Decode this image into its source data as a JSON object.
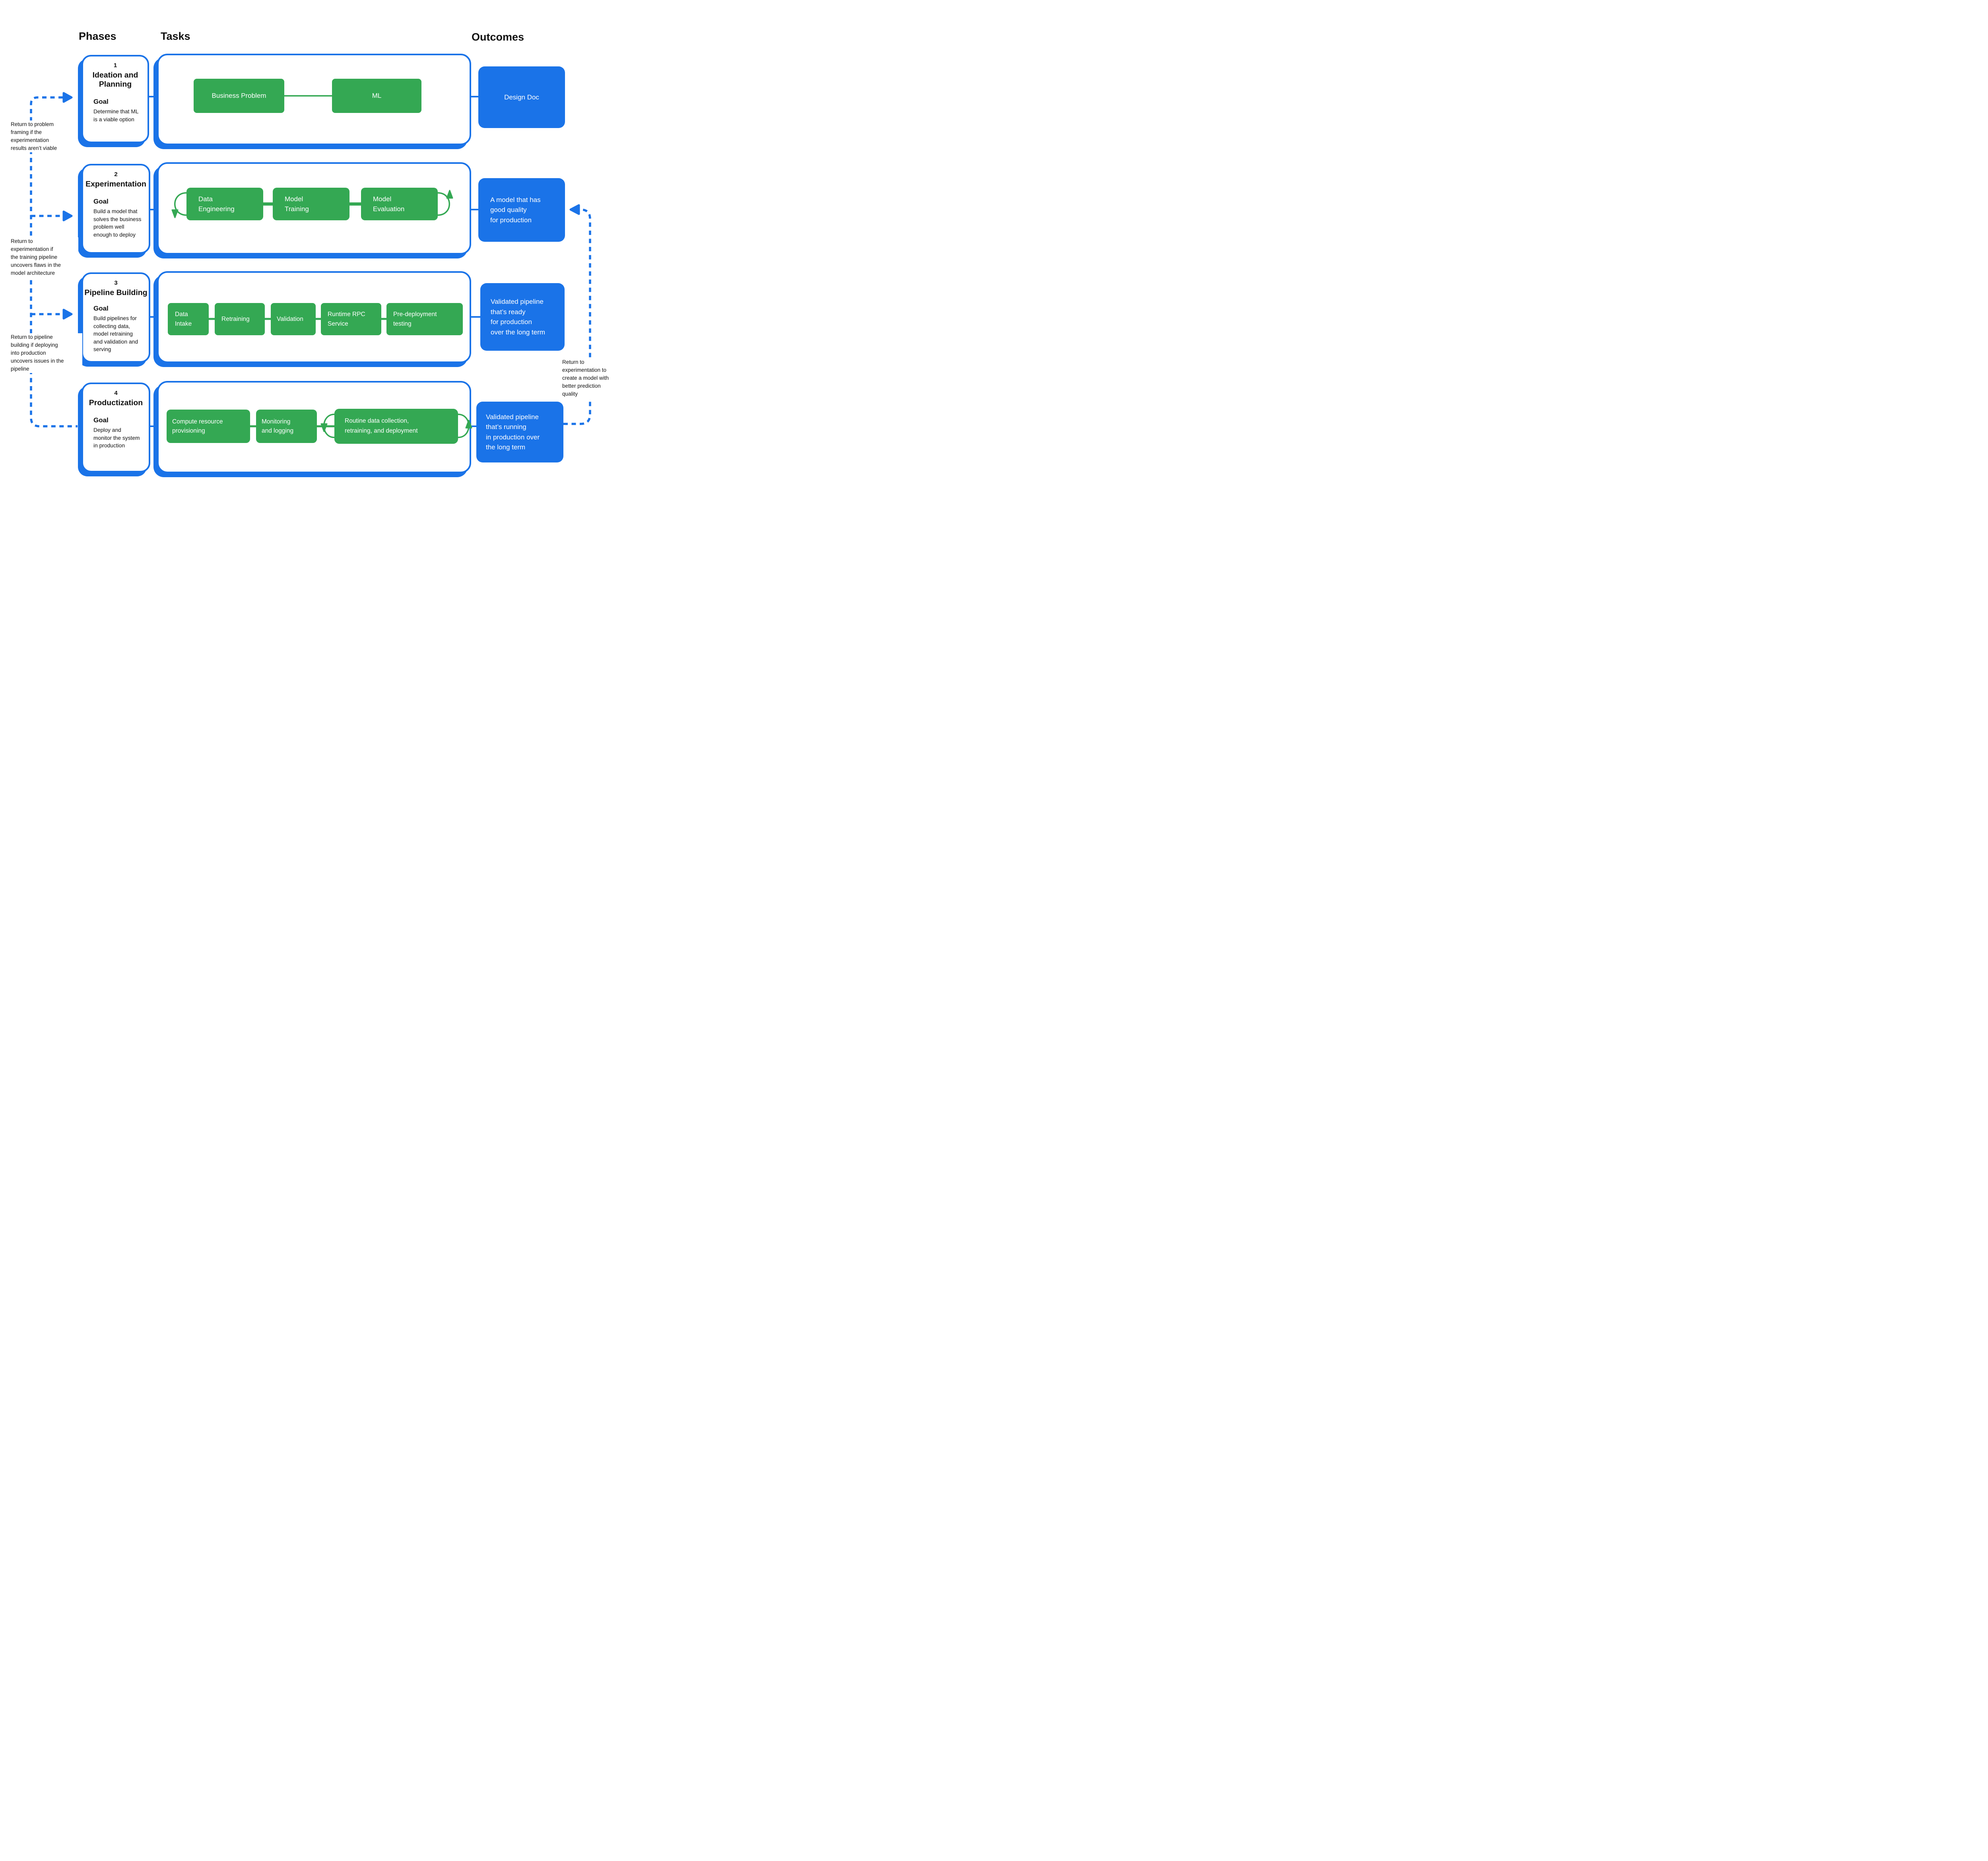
{
  "headers": {
    "phases": "Phases",
    "tasks": "Tasks",
    "outcomes": "Outcomes"
  },
  "phases": [
    {
      "number": "1",
      "title": "Ideation and\nPlanning",
      "goal_label": "Goal",
      "goal": "Determine that ML\nis a viable option",
      "tasks": [
        {
          "label": "Business Problem"
        },
        {
          "label": "ML"
        }
      ],
      "outcome": "Design Doc"
    },
    {
      "number": "2",
      "title": "Experimentation",
      "goal_label": "Goal",
      "goal": "Build a model that\nsolves the business\nproblem well\nenough to deploy",
      "tasks": [
        {
          "label": "Data\nEngineering"
        },
        {
          "label": "Model\nTraining"
        },
        {
          "label": "Model\nEvaluation"
        }
      ],
      "outcome": "A model that has\ngood quality\nfor production"
    },
    {
      "number": "3",
      "title": "Pipeline Building",
      "goal_label": "Goal",
      "goal": "Build pipelines for\ncollecting data,\nmodel retraining\nand validation and\nserving",
      "tasks": [
        {
          "label": "Data\nIntake"
        },
        {
          "label": "Retraining"
        },
        {
          "label": "Validation"
        },
        {
          "label": "Runtime RPC\nService"
        },
        {
          "label": "Pre-deployment\ntesting"
        }
      ],
      "outcome": "Validated pipeline\nthat’s ready\nfor production\nover the long term"
    },
    {
      "number": "4",
      "title": "Productization",
      "goal_label": "Goal",
      "goal": "Deploy and\nmonitor the system\nin production",
      "tasks": [
        {
          "label": "Compute resource\nprovisioning"
        },
        {
          "label": "Monitoring\nand logging"
        },
        {
          "label": "Routine data collection,\nretraining, and deployment"
        }
      ],
      "outcome": "Validated pipeline\nthat’s running\nin production over\nthe long term"
    }
  ],
  "annotations": {
    "return_to_problem_framing": "Return to problem\nframing if the\nexperimentation\nresults aren’t viable",
    "return_to_experimentation": "Return to\nexperimentation if\nthe training pipeline\nuncovers flaws in the\nmodel architecture",
    "return_to_pipeline_building": "Return to pipeline\nbuilding if deploying\ninto production\nuncovers issues in the\npipeline",
    "return_to_experimentation_better_model": "Return to\nexperimentation to\ncreate a model with\nbetter prediction\nquality"
  },
  "colors": {
    "accent_blue": "#1a73e8",
    "task_green": "#34a853",
    "text": "#111111",
    "background": "#ffffff"
  }
}
